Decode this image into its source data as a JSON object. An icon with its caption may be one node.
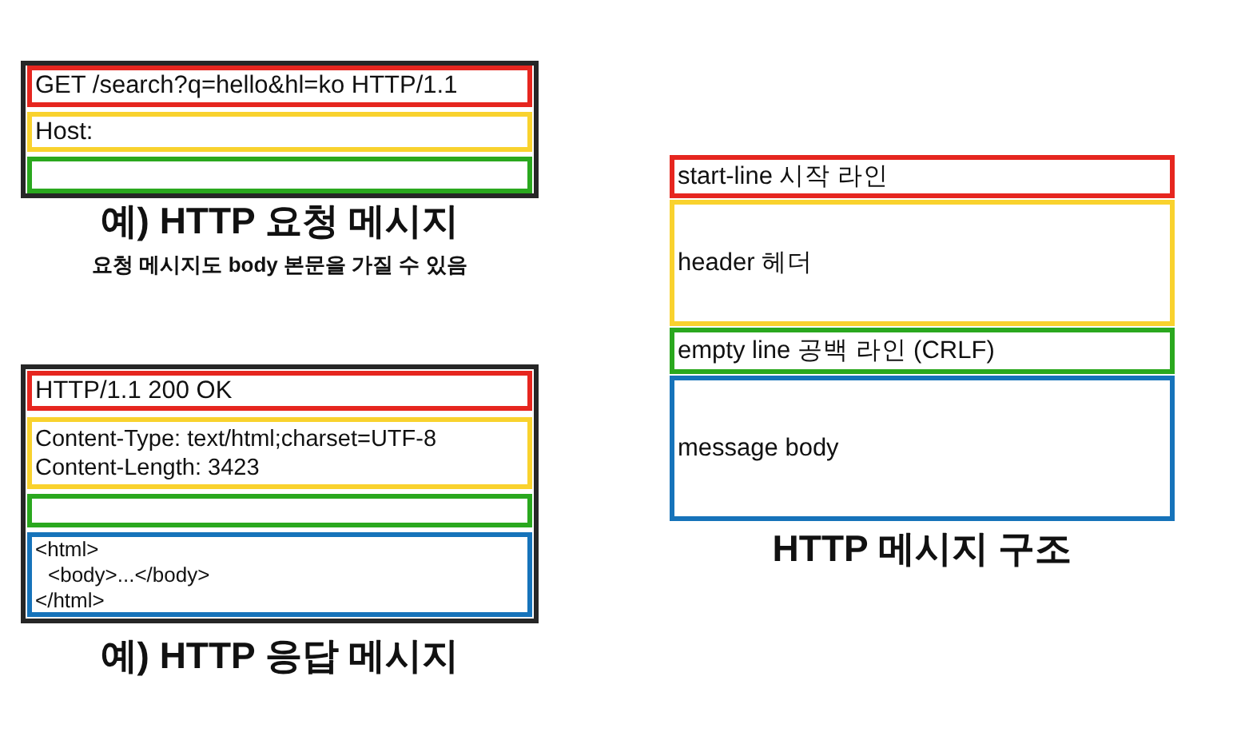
{
  "diagram": {
    "nodes": [
      {
        "text": [],
        "shape": "box",
        "beside": [
          "예) HTTP 요청 메시지",
          "요청 메시지도 body 본문을 가질 수 있음"
        ]
      },
      {
        "text": [
          "GET /search?q=hello&hl=ko HTTP/1.1"
        ],
        "in": 0
      },
      {
        "text": [
          "Host:"
        ],
        "in": 0
      },
      {
        "text": [],
        "shape": "box",
        "in": 0
      },
      {
        "text": [],
        "shape": "box",
        "beside": [
          "예) HTTP 응답 메시지"
        ]
      },
      {
        "text": [
          "HTTP/1.1 200 OK"
        ],
        "in": 4
      },
      {
        "text": [
          "Content-Type: text/html;charset=UTF-8",
          "Content-Length: 3423"
        ],
        "in": 4
      },
      {
        "text": [],
        "shape": "box",
        "in": 4
      },
      {
        "text": [
          "<html>",
          "<body>...</body>",
          "</html>"
        ],
        "in": 4
      },
      {
        "text": [
          "start-line 시작 라인"
        ]
      },
      {
        "text": [
          "header 헤더"
        ]
      },
      {
        "text": [
          "empty line 공백 라인 (CRLF)"
        ]
      },
      {
        "text": [
          "message body"
        ]
      }
    ],
    "labels": [
      "HTTP 메시지 구조"
    ]
  }
}
